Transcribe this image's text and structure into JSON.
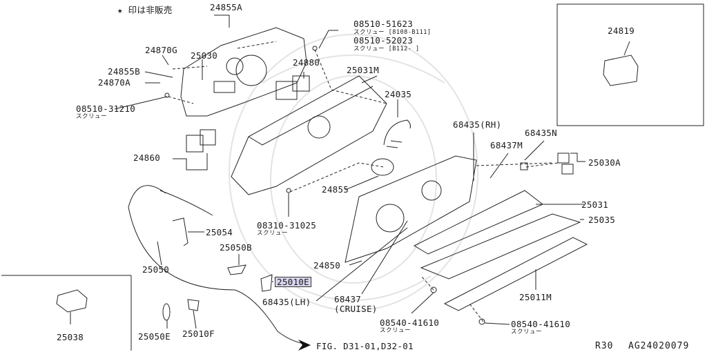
{
  "note": "★ 印は非販売",
  "footer_left": "R30",
  "footer_right": "AG24020079",
  "parts": {
    "p24855A": "24855A",
    "p24870G": "24870G",
    "p25030": "25030",
    "p24855B": "24855B",
    "p24870A": "24870A",
    "p08510_31210": "08510-31210",
    "p08510_51623": "08510-51623",
    "p08510_52023": "08510-52023",
    "p24880": "24880",
    "p25031M": "25031M",
    "p24035": "24035",
    "p24860": "24860",
    "p24855": "24855",
    "p08310_31025": "08310-31025",
    "p25054": "25054",
    "p25050B": "25050B",
    "p25050": "25050",
    "p25010E": "25010E",
    "p24850": "24850",
    "p68435_LH": "68435(LH)",
    "p68437_CRUISE_a": "68437",
    "p68437_CRUISE_b": "(CRUISE)",
    "p68435_RH": "68435(RH)",
    "p68435N": "68435N",
    "p68437M": "68437M",
    "p25030A": "25030A",
    "p25031": "25031",
    "p25035": "25035",
    "p25011M": "25011M",
    "p08540_41610_a": "08540-41610",
    "p08540_41610_b": "08540-41610",
    "p24819": "24819",
    "p25038": "25038",
    "p25050E": "25050E",
    "p25010F": "25010F",
    "fig_ref": "FIG. D31-01,D32-01"
  },
  "subs": {
    "screw": "スクリュー",
    "range1": "[8108-B111]",
    "range2": "[B112-  ]"
  }
}
